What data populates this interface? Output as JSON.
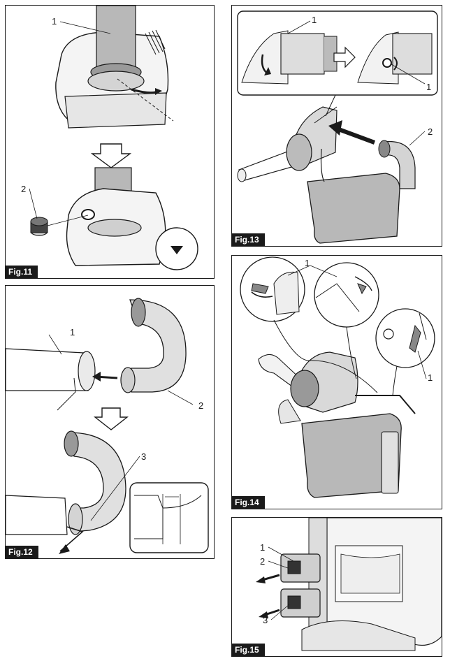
{
  "figures": {
    "fig11": {
      "label": "Fig.11",
      "callouts": [
        "1",
        "2"
      ]
    },
    "fig12": {
      "label": "Fig.12",
      "callouts": [
        "1",
        "2",
        "3"
      ]
    },
    "fig13": {
      "label": "Fig.13",
      "callouts": [
        "1",
        "1",
        "2"
      ]
    },
    "fig14": {
      "label": "Fig.14",
      "callouts": [
        "1",
        "1"
      ]
    },
    "fig15": {
      "label": "Fig.15",
      "callouts": [
        "1",
        "2",
        "3"
      ]
    }
  },
  "icons": {
    "arrow": "down-arrow-icon",
    "next": "right-arrow-icon",
    "direction": "curved-arrow-icon"
  },
  "colors": {
    "ink": "#1a1a1a",
    "shade": "#b8b8b8",
    "light": "#e6e6e6"
  }
}
